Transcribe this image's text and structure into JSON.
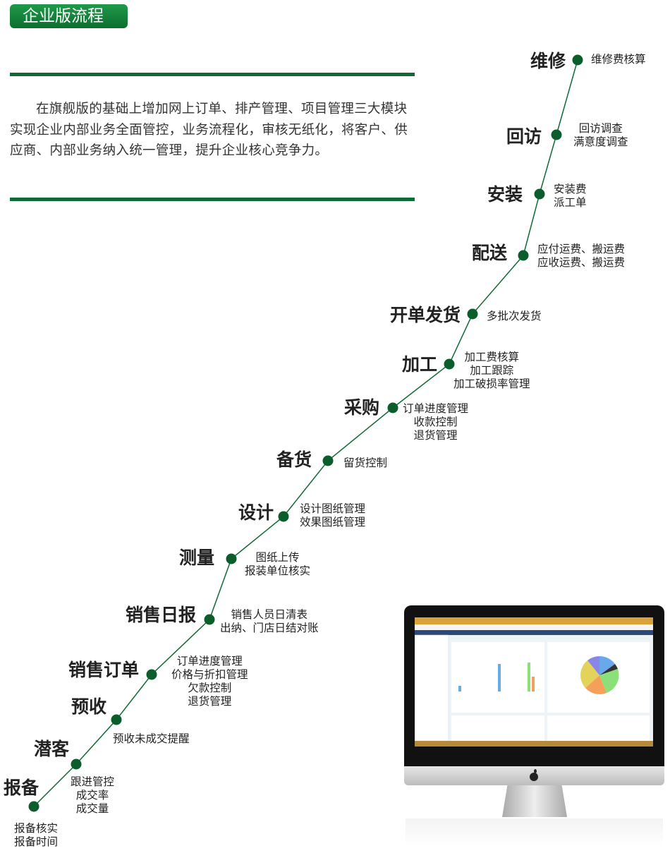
{
  "title": "企业版流程",
  "intro": "在旗舰版的基础上增加网上订单、排产管理、项目管理三大模块实现企业内部业务全面管控，业务流程化，审核无纸化，将客户、供应商、内部业务纳入统一管理，提升企业核心竞争力。",
  "colors": {
    "accent": "#0e6b35",
    "node": "#0b5e2c"
  },
  "stages": [
    {
      "name": "报备",
      "desc": [
        "报备核实",
        "报备时间"
      ]
    },
    {
      "name": "潜客",
      "desc": [
        "跟进管控",
        "成交率",
        "成交量"
      ]
    },
    {
      "name": "预收",
      "desc": [
        "预收未成交提醒"
      ]
    },
    {
      "name": "销售订单",
      "desc": [
        "订单进度管理",
        "价格与折扣管理",
        "欠款控制",
        "退货管理"
      ]
    },
    {
      "name": "销售日报",
      "desc": [
        "销售人员日清表",
        "出纳、门店日结对账"
      ]
    },
    {
      "name": "测量",
      "desc": [
        "图纸上传",
        "报装单位核实"
      ]
    },
    {
      "name": "设计",
      "desc": [
        "设计图纸管理",
        "效果图纸管理"
      ]
    },
    {
      "name": "备货",
      "desc": [
        "留货控制"
      ]
    },
    {
      "name": "采购",
      "desc": [
        "订单进度管理",
        "收款控制",
        "退货管理"
      ]
    },
    {
      "name": "加工",
      "desc": [
        "加工费核算",
        "加工跟踪",
        "加工破损率管理"
      ]
    },
    {
      "name": "开单发货",
      "desc": [
        "多批次发货"
      ]
    },
    {
      "name": "配送",
      "desc": [
        "应付运费、搬运费",
        "应收运费、搬运费"
      ]
    },
    {
      "name": "安装",
      "desc": [
        "安装费",
        "派工单"
      ]
    },
    {
      "name": "回访",
      "desc": [
        "回访调查",
        "满意度调查"
      ]
    },
    {
      "name": "维修",
      "desc": [
        "维修费核算"
      ]
    }
  ]
}
